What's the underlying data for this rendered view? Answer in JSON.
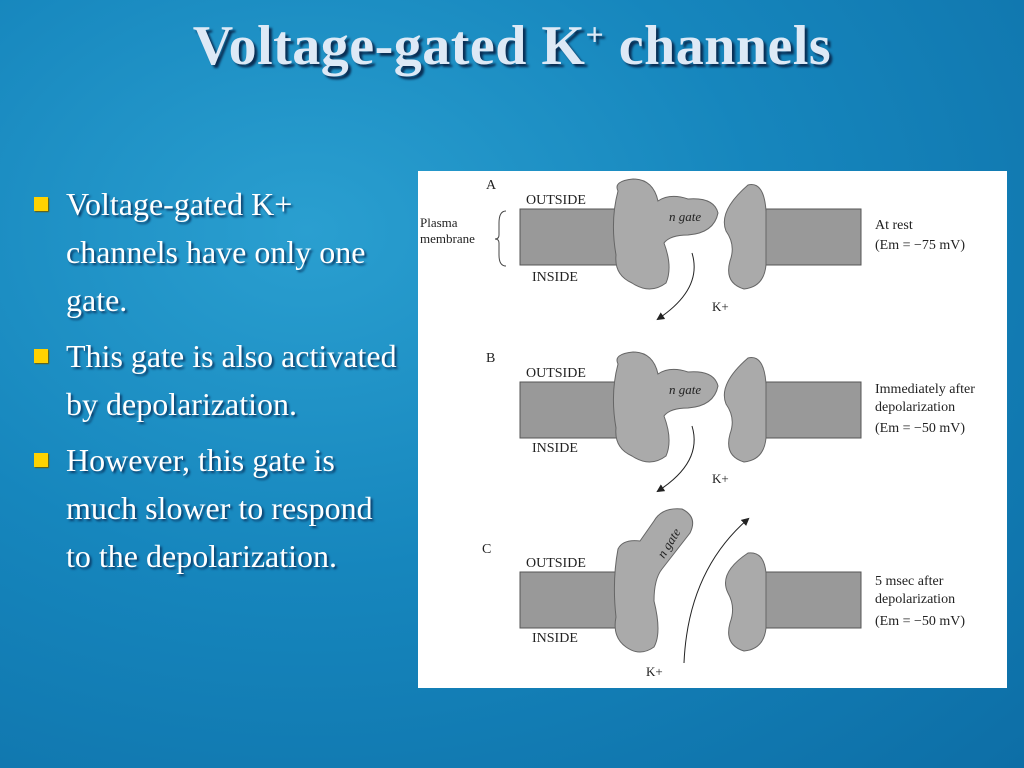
{
  "slide": {
    "title_main": "Voltage-gated K",
    "title_sup": "+",
    "title_tail": " channels"
  },
  "bullets": [
    "Voltage-gated K+ channels have only one gate.",
    "This gate is also activated by depolarization.",
    "However, this gate is much slower to respond to the depolarization."
  ],
  "figure": {
    "plasma_label_1": "Plasma",
    "plasma_label_2": "membrane",
    "panels": [
      {
        "letter": "A",
        "outside": "OUTSIDE",
        "inside": "INSIDE",
        "gate": "n gate",
        "ion": "K+",
        "state_1": "At rest",
        "state_2": "",
        "em": "(Em = −75 mV)"
      },
      {
        "letter": "B",
        "outside": "OUTSIDE",
        "inside": "INSIDE",
        "gate": "n gate",
        "ion": "K+",
        "state_1": "Immediately after",
        "state_2": "depolarization",
        "em": "(Em = −50 mV)"
      },
      {
        "letter": "C",
        "outside": "OUTSIDE",
        "inside": "INSIDE",
        "gate": "n gate",
        "ion": "K+",
        "state_1": "5 msec after",
        "state_2": "depolarization",
        "em": "(Em = −50 mV)"
      }
    ]
  }
}
